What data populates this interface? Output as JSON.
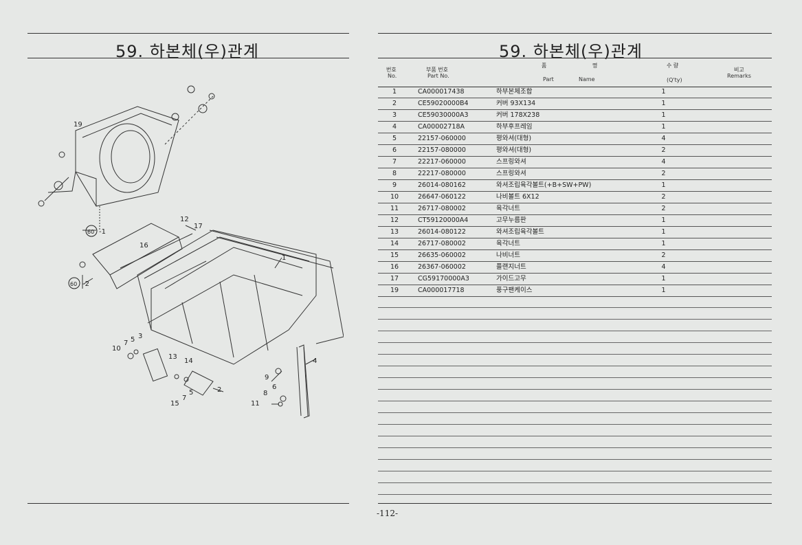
{
  "left": {
    "title": "59. 하본체(우)관계"
  },
  "right": {
    "title": "59. 하본체(우)관계",
    "headers": {
      "no_ko": "번호",
      "no_en": "No.",
      "part_ko": "부품 번호",
      "part_en": "Part No.",
      "name_ko_1": "품",
      "name_ko_2": "명",
      "name_en_1": "Part",
      "name_en_2": "Name",
      "qty_ko": "수 량",
      "qty_en": "(Q'ty)",
      "rem_ko": "비고",
      "rem_en": "Remarks"
    },
    "rows": [
      {
        "no": "1",
        "part": "CA000017438",
        "name": "하부본체조합",
        "qty": "1"
      },
      {
        "no": "2",
        "part": "CE59020000B4",
        "name": "커버 93X134",
        "qty": "1"
      },
      {
        "no": "3",
        "part": "CE59030000A3",
        "name": "커버 178X238",
        "qty": "1"
      },
      {
        "no": "4",
        "part": "CA00002718A",
        "name": "하부후프레임",
        "qty": "1"
      },
      {
        "no": "5",
        "part": "22157-060000",
        "name": "평와셔(대형)",
        "qty": "4"
      },
      {
        "no": "6",
        "part": "22157-080000",
        "name": "평와셔(대형)",
        "qty": "2"
      },
      {
        "no": "7",
        "part": "22217-060000",
        "name": "스프링와셔",
        "qty": "4"
      },
      {
        "no": "8",
        "part": "22217-080000",
        "name": "스프링와셔",
        "qty": "2"
      },
      {
        "no": "9",
        "part": "26014-080162",
        "name": "와셔조립육각볼트(+B+SW+PW)",
        "qty": "1"
      },
      {
        "no": "10",
        "part": "26647-060122",
        "name": "나비볼트 6X12",
        "qty": "2"
      },
      {
        "no": "11",
        "part": "26717-080002",
        "name": "육각너트",
        "qty": "2"
      },
      {
        "no": "12",
        "part": "CT59120000A4",
        "name": "고무누름판",
        "qty": "1"
      },
      {
        "no": "13",
        "part": "26014-080122",
        "name": "와셔조립육각볼트",
        "qty": "1"
      },
      {
        "no": "14",
        "part": "26717-080002",
        "name": "육각너트",
        "qty": "1"
      },
      {
        "no": "15",
        "part": "26635-060002",
        "name": "나비너트",
        "qty": "2"
      },
      {
        "no": "16",
        "part": "26367-060002",
        "name": "플랜지너트",
        "qty": "4"
      },
      {
        "no": "17",
        "part": "CG59170000A3",
        "name": "가이드고무",
        "qty": "1"
      },
      {
        "no": "19",
        "part": "CA000017718",
        "name": "풍구팬케이스",
        "qty": "1"
      }
    ],
    "page_number": "-112-"
  },
  "diagram": {
    "callouts": [
      "19",
      "60",
      "-1",
      "60",
      "-2",
      "12",
      "17",
      "16",
      "1",
      "7",
      "5",
      "3",
      "10",
      "13",
      "14",
      "9",
      "6",
      "8",
      "11",
      "15",
      "7",
      "5",
      "2",
      "4"
    ]
  }
}
